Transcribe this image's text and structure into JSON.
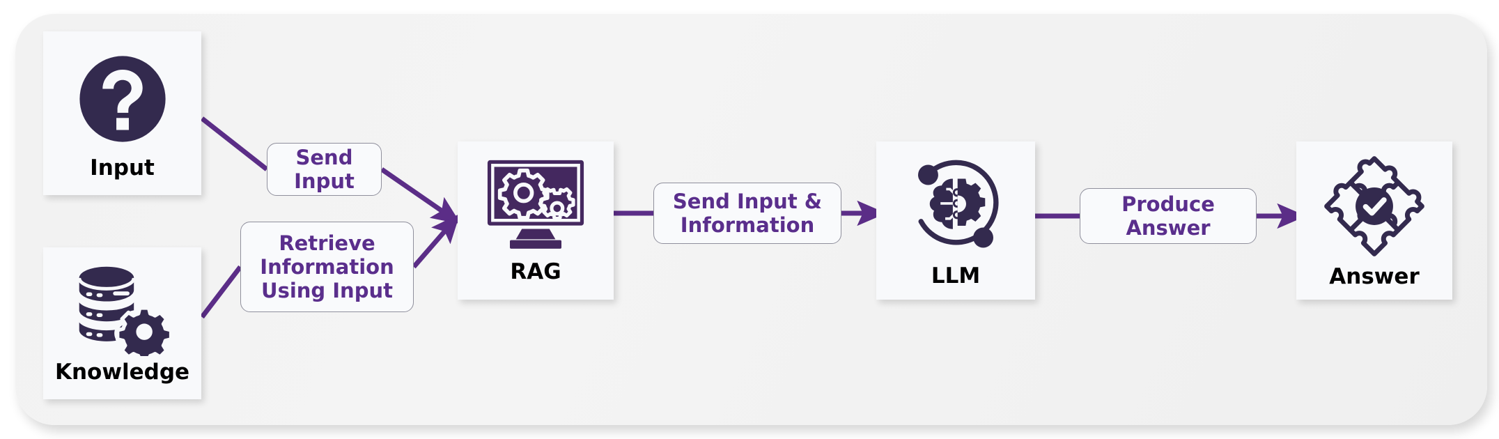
{
  "diagram": {
    "title": "RAG pipeline flow",
    "colors": {
      "board_background": "#f2f2f2",
      "card_background": "#f8f9fb",
      "icon_dark_purple": "#332a4e",
      "monitor_purple": "#44285f",
      "connector_purple": "#5b2d87",
      "label_text_purple": "#5a2e8c",
      "node_label_text": "#000000",
      "label_border": "#8f8f9c"
    },
    "nodes": [
      {
        "id": "input",
        "label": "Input",
        "icon": "question-mark-circle-icon"
      },
      {
        "id": "knowledge",
        "label": "Knowledge",
        "icon": "database-gear-icon"
      },
      {
        "id": "rag",
        "label": "RAG",
        "icon": "monitor-gears-icon"
      },
      {
        "id": "llm",
        "label": "LLM",
        "icon": "brain-gear-circuit-icon"
      },
      {
        "id": "answer",
        "label": "Answer",
        "icon": "puzzle-check-icon"
      }
    ],
    "edges": [
      {
        "id": "input-to-rag",
        "from": "input",
        "to": "rag",
        "label": "Send\nInput"
      },
      {
        "id": "knowledge-to-rag",
        "from": "knowledge",
        "to": "rag",
        "label": "Retrieve\nInformation\nUsing Input"
      },
      {
        "id": "rag-to-llm",
        "from": "rag",
        "to": "llm",
        "label": "Send Input &\nInformation"
      },
      {
        "id": "llm-to-answer",
        "from": "llm",
        "to": "answer",
        "label": "Produce\nAnswer"
      }
    ]
  }
}
